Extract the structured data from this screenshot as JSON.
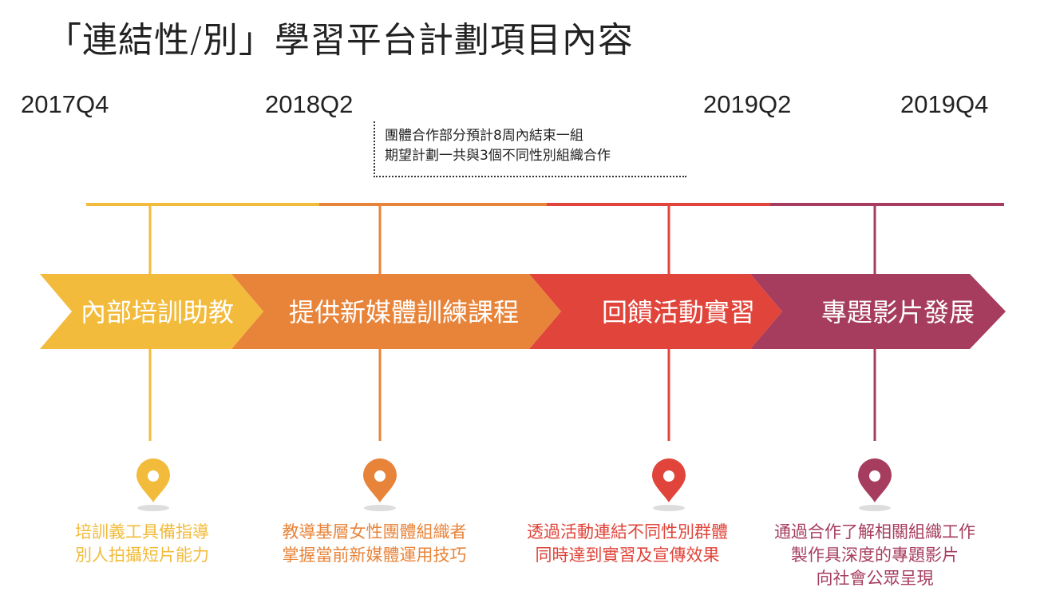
{
  "title": "「連結性/別」學習平台計劃項目內容",
  "quarters": [
    "2017Q4",
    "2018Q2",
    "2019Q2",
    "2019Q4"
  ],
  "note": {
    "line1": "團體合作部分預計8周內結束一組",
    "line2": "期望計劃一共與3個不同性別組織合作"
  },
  "phases": [
    {
      "label": "內部培訓助教",
      "color": "#f2bb3b",
      "desc": [
        "培訓義工具備指導",
        "別人拍攝短片能力"
      ]
    },
    {
      "label": "提供新媒體訓練課程",
      "color": "#e8843a",
      "desc": [
        "教導基層女性團體組織者",
        "掌握當前新媒體運用技巧"
      ]
    },
    {
      "label": "回饋活動實習",
      "color": "#e0443a",
      "desc": [
        "透過活動連結不同性別群體",
        "同時達到實習及宣傳效果"
      ]
    },
    {
      "label": "專題影片發展",
      "color": "#a63d5e",
      "desc": [
        "通過合作了解相關組織工作",
        "製作具深度的專題影片",
        "向社會公眾呈現"
      ]
    }
  ],
  "icons": [
    "location-pin-icon",
    "location-pin-icon",
    "location-pin-icon",
    "location-pin-icon"
  ]
}
